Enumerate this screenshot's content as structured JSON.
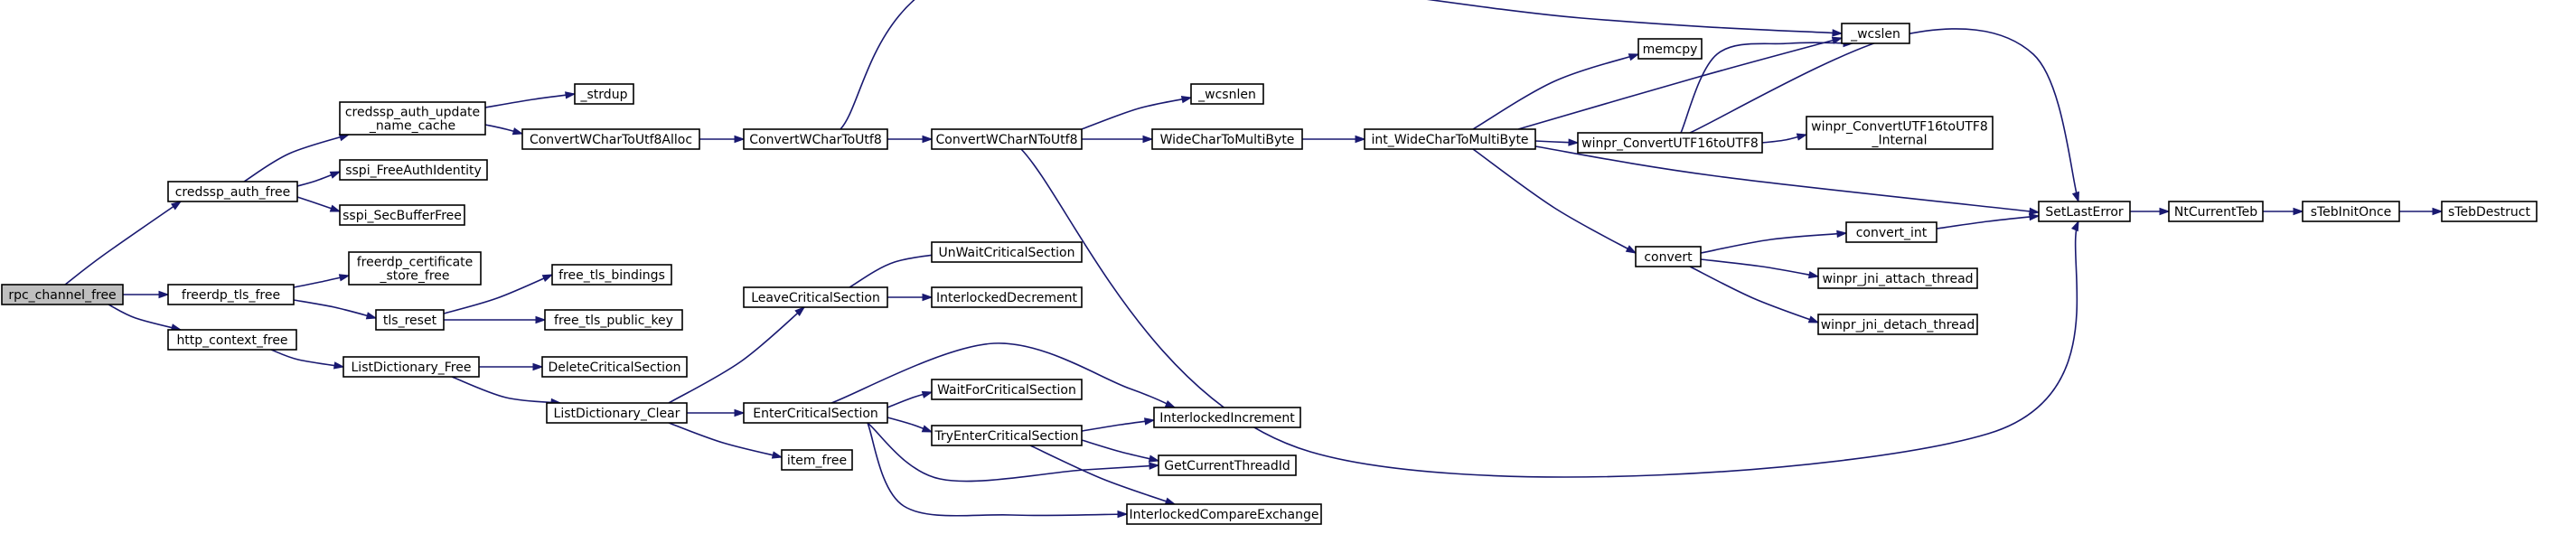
{
  "colors": {
    "edge": "#191970",
    "root_fill": "#bfbfbf",
    "node_fill": "#ffffff",
    "node_border": "#000000"
  },
  "nodes": {
    "rpc_channel_free": [
      "rpc_channel_free"
    ],
    "credssp_auth_free": [
      "credssp_auth_free"
    ],
    "freerdp_tls_free": [
      "freerdp_tls_free"
    ],
    "http_context_free": [
      "http_context_free"
    ],
    "credssp_auth_update_name_cache": [
      "credssp_auth_update",
      "_name_cache"
    ],
    "sspi_FreeAuthIdentity": [
      "sspi_FreeAuthIdentity"
    ],
    "sspi_SecBufferFree": [
      "sspi_SecBufferFree"
    ],
    "freerdp_certificate_store_free": [
      "freerdp_certificate",
      "_store_free"
    ],
    "tls_reset": [
      "tls_reset"
    ],
    "ListDictionary_Free": [
      "ListDictionary_Free"
    ],
    "_strdup": [
      "_strdup"
    ],
    "ConvertWCharToUtf8Alloc": [
      "ConvertWCharToUtf8Alloc"
    ],
    "free_tls_bindings": [
      "free_tls_bindings"
    ],
    "free_tls_public_key": [
      "free_tls_public_key"
    ],
    "DeleteCriticalSection": [
      "DeleteCriticalSection"
    ],
    "ListDictionary_Clear": [
      "ListDictionary_Clear"
    ],
    "ConvertWCharToUtf8": [
      "ConvertWCharToUtf8"
    ],
    "LeaveCriticalSection": [
      "LeaveCriticalSection"
    ],
    "EnterCriticalSection": [
      "EnterCriticalSection"
    ],
    "item_free": [
      "item_free"
    ],
    "ConvertWCharNToUtf8": [
      "ConvertWCharNToUtf8"
    ],
    "UnWaitCriticalSection": [
      "UnWaitCriticalSection"
    ],
    "InterlockedDecrement": [
      "InterlockedDecrement"
    ],
    "WaitForCriticalSection": [
      "WaitForCriticalSection"
    ],
    "TryEnterCriticalSection": [
      "TryEnterCriticalSection"
    ],
    "_wcsnlen": [
      "_wcsnlen"
    ],
    "WideCharToMultiByte": [
      "WideCharToMultiByte"
    ],
    "InterlockedIncrement": [
      "InterlockedIncrement"
    ],
    "GetCurrentThreadId": [
      "GetCurrentThreadId"
    ],
    "InterlockedCompareExchange": [
      "InterlockedCompareExchange"
    ],
    "int_WideCharToMultiByte": [
      "int_WideCharToMultiByte"
    ],
    "memcpy": [
      "memcpy"
    ],
    "winpr_ConvertUTF16toUTF8": [
      "winpr_ConvertUTF16toUTF8"
    ],
    "convert": [
      "convert"
    ],
    "_wcslen": [
      "_wcslen"
    ],
    "winpr_ConvertUTF16toUTF8_Internal": [
      "winpr_ConvertUTF16toUTF8",
      "_Internal"
    ],
    "convert_int": [
      "convert_int"
    ],
    "winpr_jni_attach_thread": [
      "winpr_jni_attach_thread"
    ],
    "winpr_jni_detach_thread": [
      "winpr_jni_detach_thread"
    ],
    "SetLastError": [
      "SetLastError"
    ],
    "NtCurrentTeb": [
      "NtCurrentTeb"
    ],
    "sTebInitOnce": [
      "sTebInitOnce"
    ],
    "sTebDestruct": [
      "sTebDestruct"
    ]
  }
}
